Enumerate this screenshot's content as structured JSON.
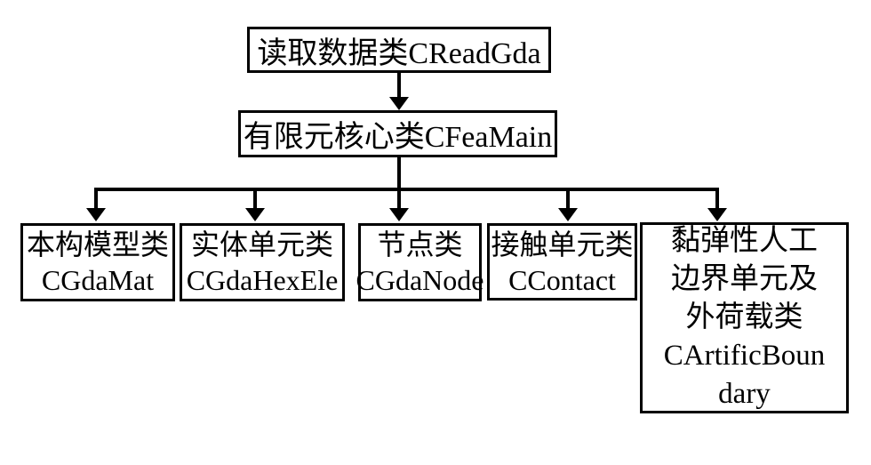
{
  "diagram": {
    "colors": {
      "line": "#000000",
      "text": "#000000",
      "background": "#ffffff"
    },
    "nodes": {
      "read_data": {
        "label": "读取数据类CReadGda"
      },
      "fea_main": {
        "label": "有限元核心类CFeaMain"
      },
      "children": [
        {
          "lines": [
            "本构模型类",
            "CGdaMat"
          ]
        },
        {
          "lines": [
            "实体单元类",
            "CGdaHexEle"
          ]
        },
        {
          "lines": [
            "节点类",
            "CGdaNode"
          ]
        },
        {
          "lines": [
            "接触单元类",
            "CContact"
          ]
        },
        {
          "lines": [
            "黏弹性人工",
            "边界单元及",
            "外荷载类",
            "CArtificBoun",
            "dary"
          ]
        }
      ]
    }
  }
}
